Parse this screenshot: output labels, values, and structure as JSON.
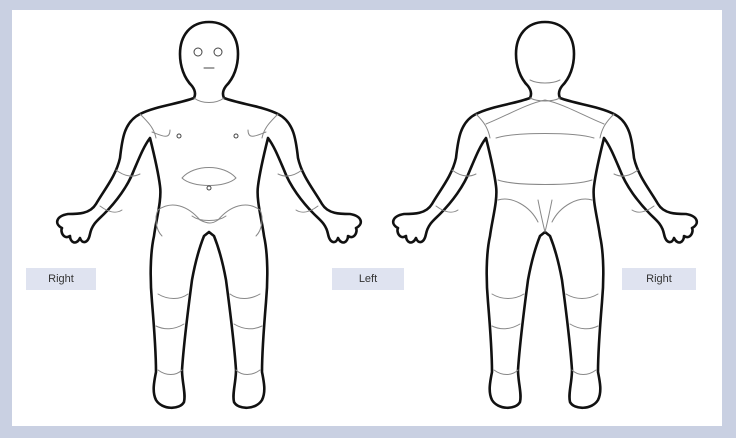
{
  "labels": {
    "front_right": "Right",
    "center_left": "Left",
    "back_right": "Right"
  },
  "colors": {
    "background": "#c9d0e2",
    "panel": "#ffffff",
    "label_bg": "#dfe3f0",
    "outline": "#111111",
    "region_lines": "#888888"
  }
}
